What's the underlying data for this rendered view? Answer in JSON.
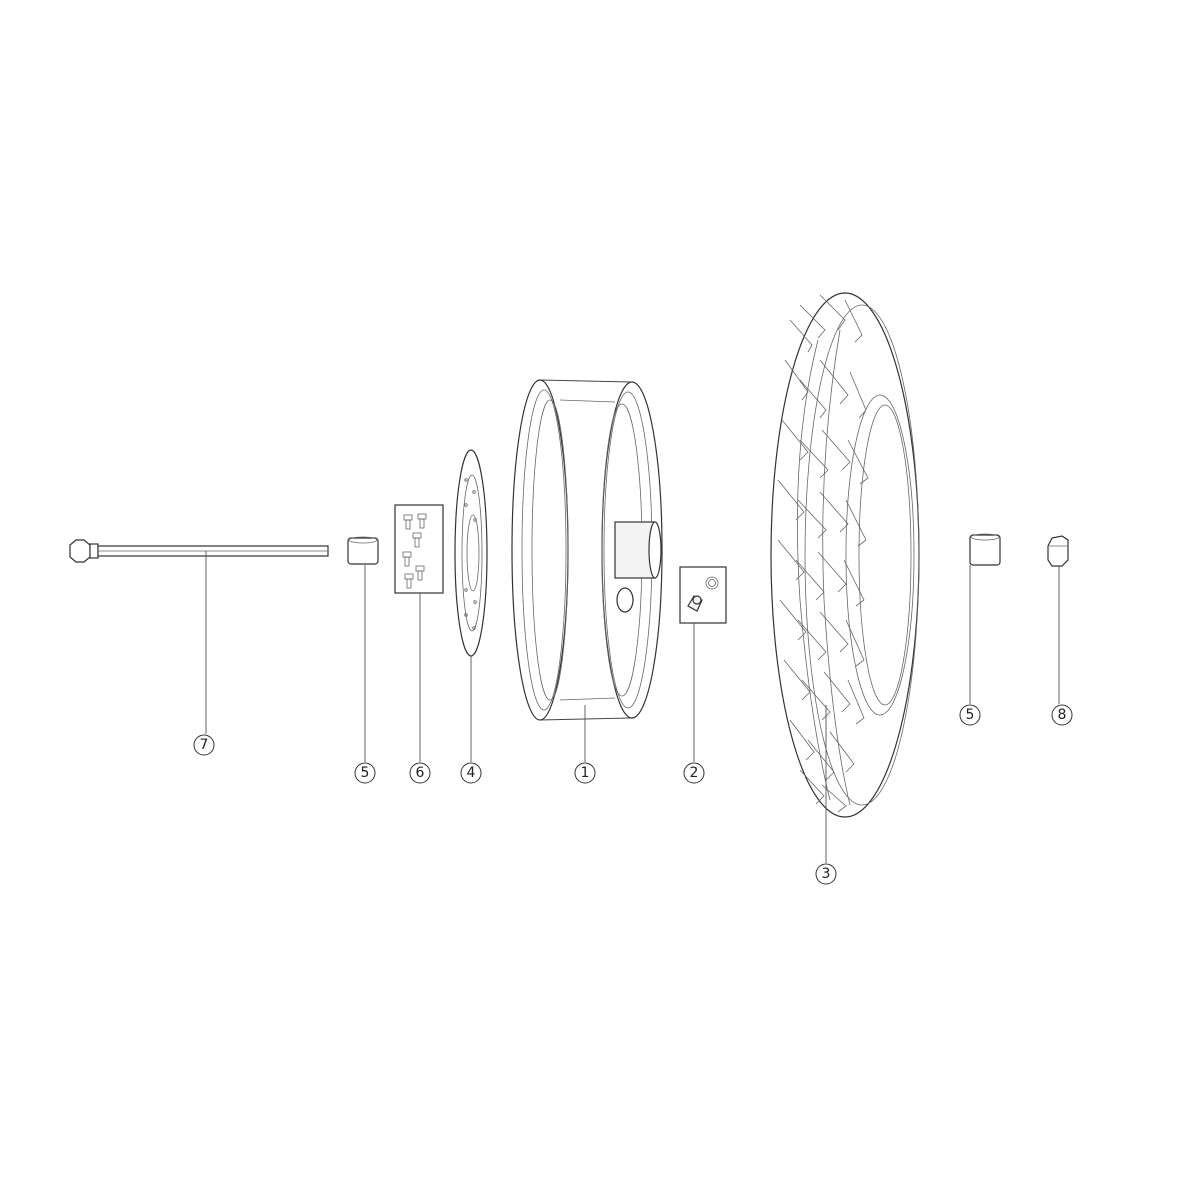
{
  "callouts": {
    "rim": "1",
    "valve": "2",
    "tire": "3",
    "brake_disc": "4",
    "spacer_left": "5",
    "bolts": "6",
    "axle": "7",
    "spacer_right": "5",
    "nut": "8"
  }
}
